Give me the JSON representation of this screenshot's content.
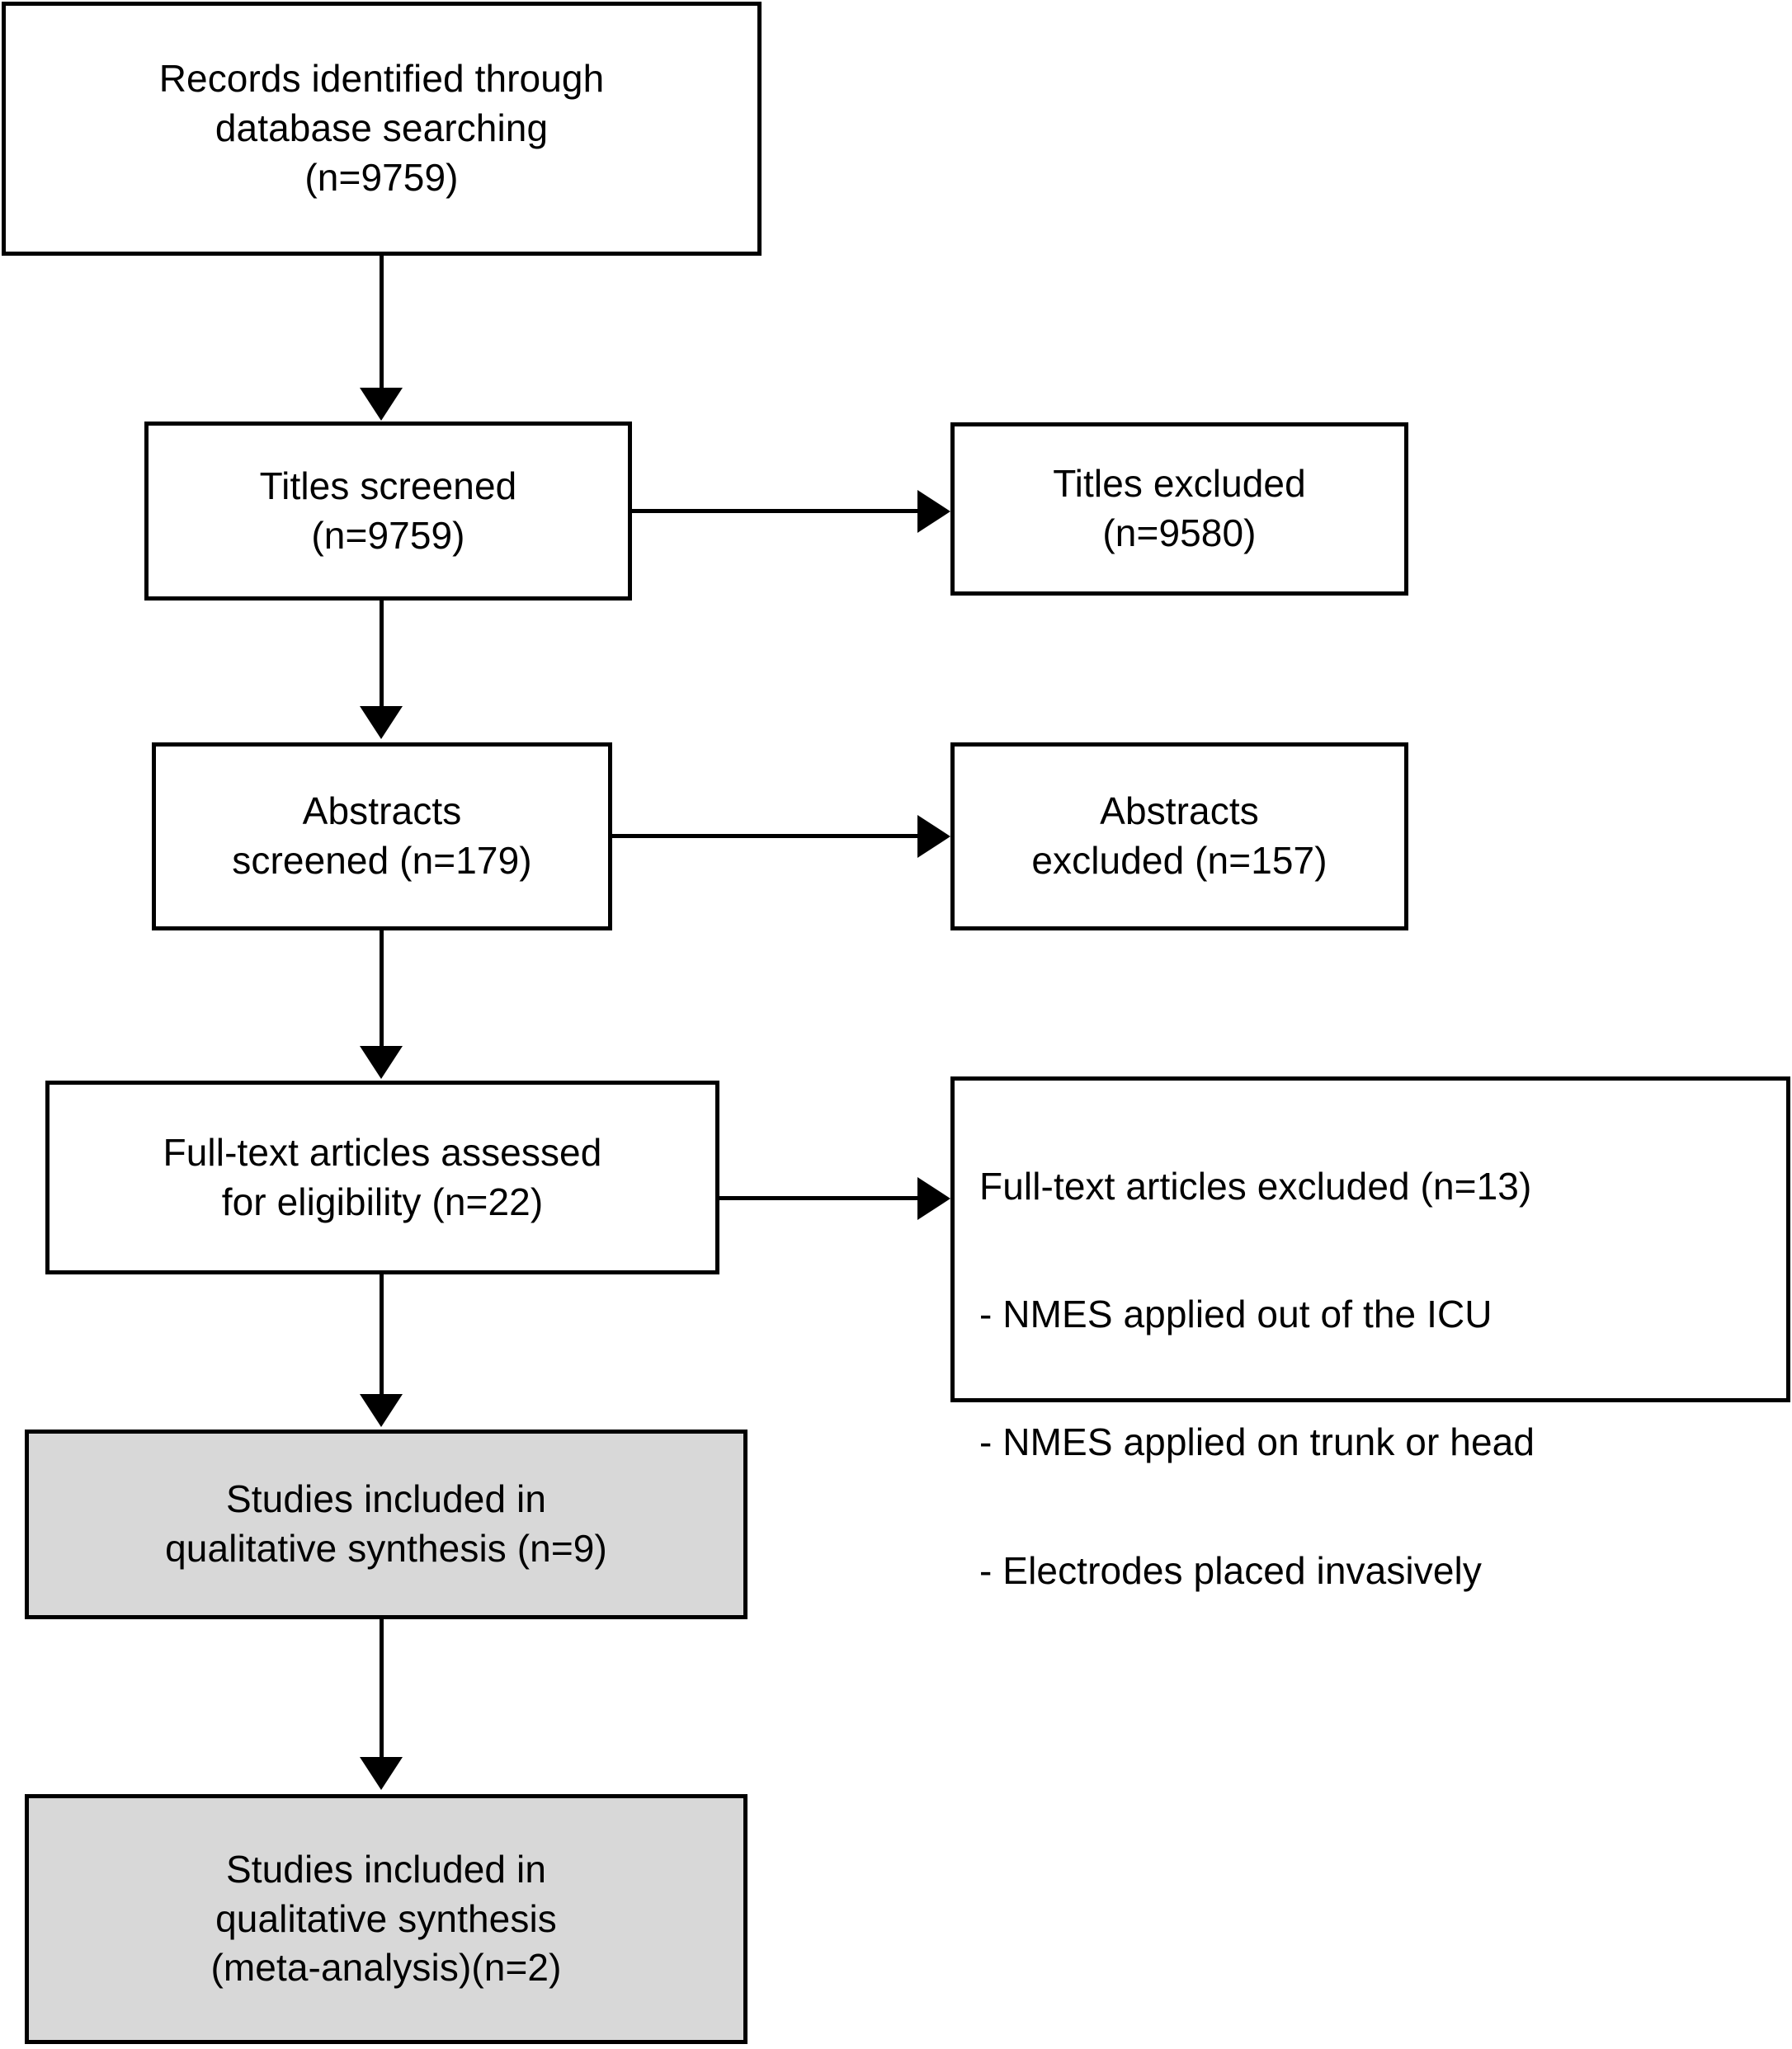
{
  "diagram": {
    "type": "prisma-flow-diagram",
    "title": "PRISMA study selection flow diagram",
    "colors": {
      "stroke": "#000000",
      "background": "#ffffff",
      "shaded_fill": "#d8d8d8"
    },
    "nodes": [
      {
        "id": "records-identified",
        "label": "Records identified through\ndatabase searching\n(n=9759)",
        "count": 9759,
        "shaded": false
      },
      {
        "id": "titles-screened",
        "label": "Titles screened\n(n=9759)",
        "count": 9759,
        "shaded": false
      },
      {
        "id": "titles-excluded",
        "label": "Titles excluded\n(n=9580)",
        "count": 9580,
        "shaded": false
      },
      {
        "id": "abstracts-screened",
        "label": "Abstracts\nscreened (n=179)",
        "count": 179,
        "shaded": false
      },
      {
        "id": "abstracts-excluded",
        "label": "Abstracts\nexcluded (n=157)",
        "count": 157,
        "shaded": false
      },
      {
        "id": "fulltext-assessed",
        "label": "Full-text articles assessed\nfor eligibility (n=22)",
        "count": 22,
        "shaded": false
      },
      {
        "id": "fulltext-excluded",
        "heading": "Full-text articles excluded (n=13)",
        "count": 13,
        "reasons": [
          "- NMES applied out of the ICU",
          "- NMES applied on trunk or head",
          "- Electrodes placed invasively"
        ],
        "shaded": false
      },
      {
        "id": "qualitative-synthesis",
        "label": "Studies included in\nqualitative synthesis (n=9)",
        "count": 9,
        "shaded": true
      },
      {
        "id": "meta-analysis",
        "label": "Studies included in\nqualitative synthesis\n(meta-analysis)(n=2)",
        "count": 2,
        "shaded": true
      }
    ],
    "edges": [
      {
        "from": "records-identified",
        "to": "titles-screened",
        "direction": "down"
      },
      {
        "from": "titles-screened",
        "to": "titles-excluded",
        "direction": "right"
      },
      {
        "from": "titles-screened",
        "to": "abstracts-screened",
        "direction": "down"
      },
      {
        "from": "abstracts-screened",
        "to": "abstracts-excluded",
        "direction": "right"
      },
      {
        "from": "abstracts-screened",
        "to": "fulltext-assessed",
        "direction": "down"
      },
      {
        "from": "fulltext-assessed",
        "to": "fulltext-excluded",
        "direction": "right"
      },
      {
        "from": "fulltext-assessed",
        "to": "qualitative-synthesis",
        "direction": "down"
      },
      {
        "from": "qualitative-synthesis",
        "to": "meta-analysis",
        "direction": "down"
      }
    ]
  }
}
